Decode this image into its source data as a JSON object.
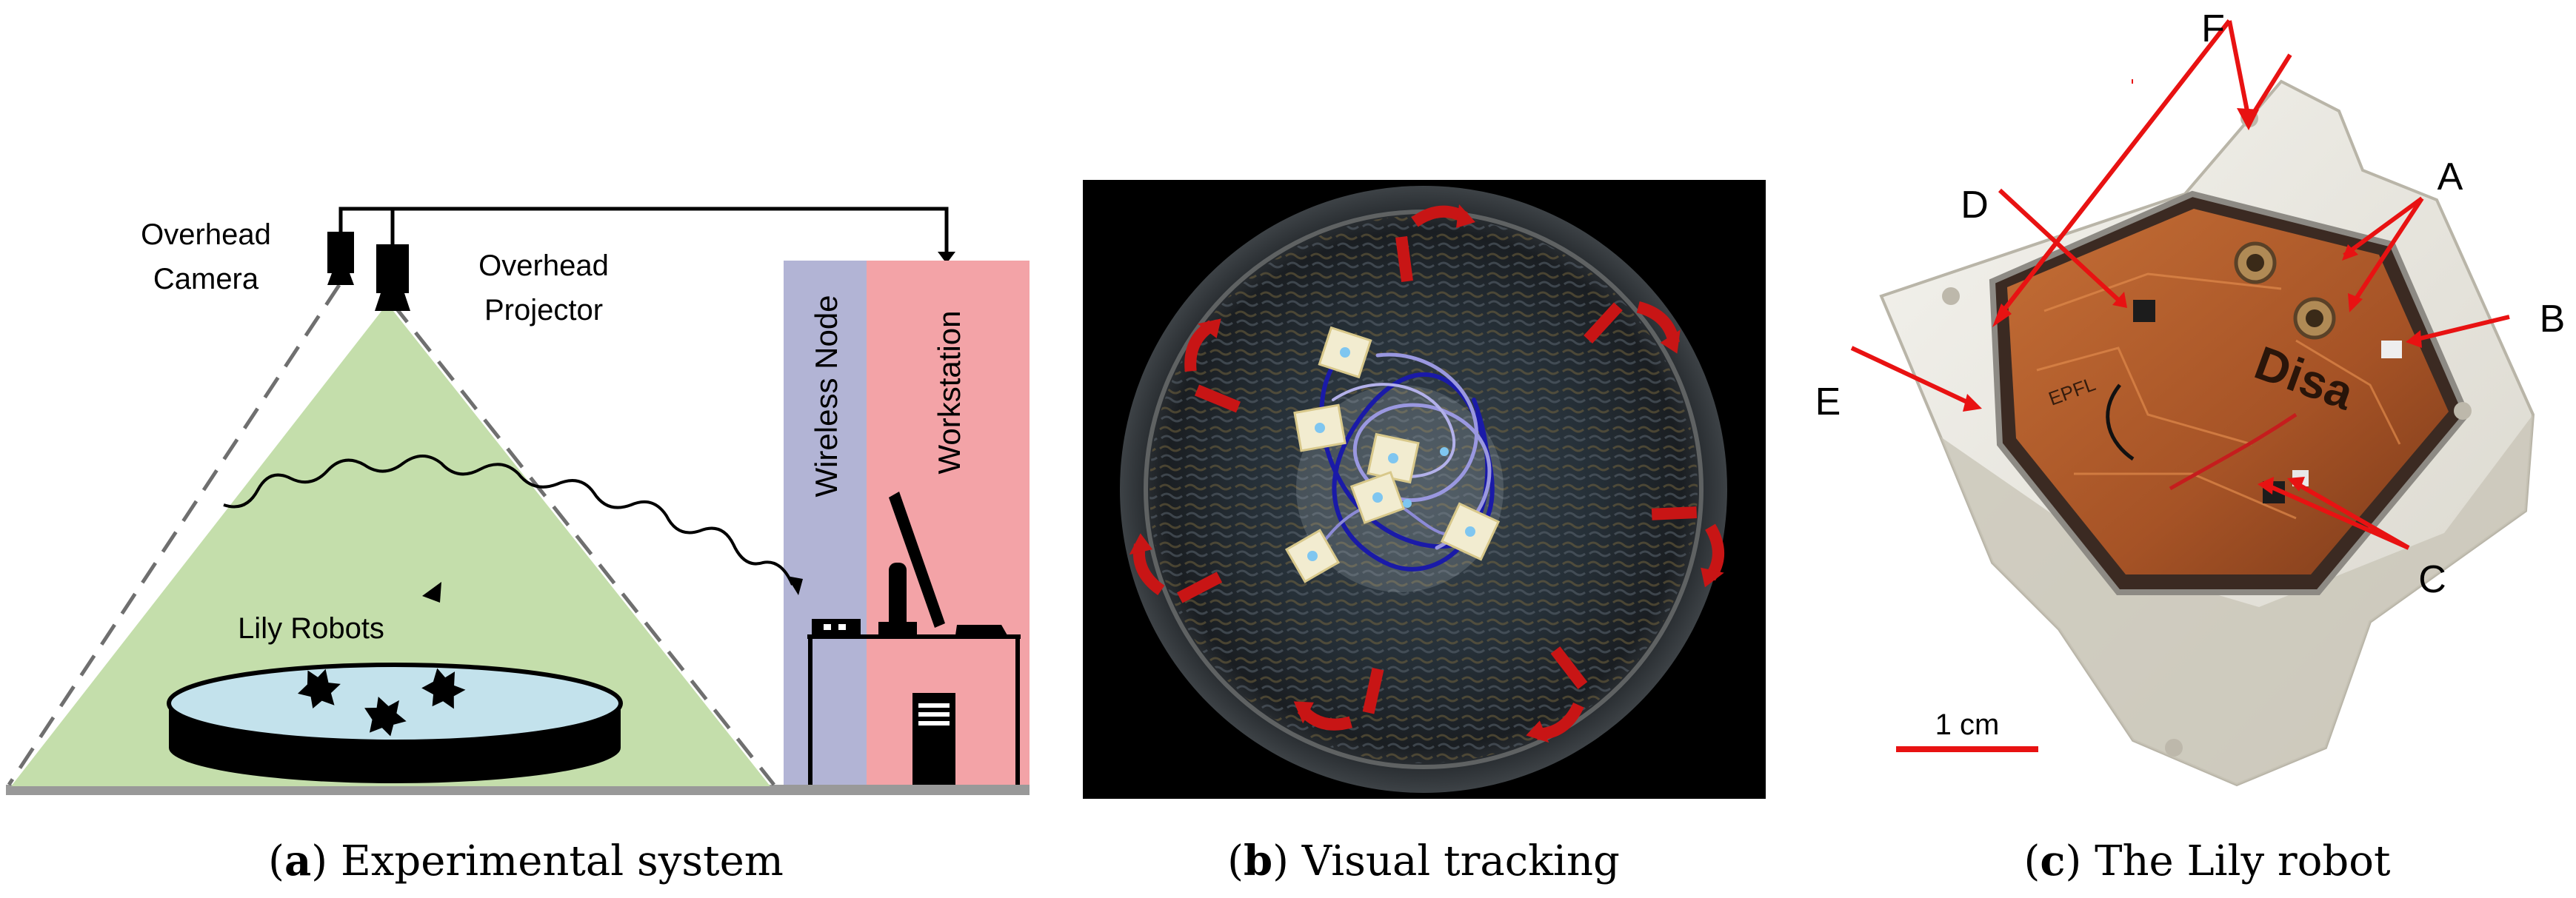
{
  "panel_a": {
    "overhead_camera_line1": "Overhead",
    "overhead_camera_line2": "Camera",
    "overhead_projector_line1": "Overhead",
    "overhead_projector_line2": "Projector",
    "wireless_node": "Wireless Node",
    "workstation": "Workstation",
    "lily_robots": "Lily Robots",
    "colors": {
      "projection_cone": "#c4deab",
      "arena_water": "#c3e2ec",
      "wireless_node_band": "#b2b4d5",
      "workstation_band": "#f3a3a7",
      "floor": "#999999"
    }
  },
  "panel_b": {
    "colors": {
      "arrow": "#c81515",
      "track_dark": "#1a1aa8",
      "track_light": "#9a98e0"
    }
  },
  "panel_c": {
    "labels": {
      "a": "A",
      "b": "B",
      "c": "C",
      "d": "D",
      "e": "E",
      "f": "F"
    },
    "scale_bar": "1 cm",
    "pcb_text": "Disa",
    "pcb_small_text": "EPFL",
    "colors": {
      "pointer": "#e81212",
      "pcb": "#b5602c",
      "shell": "#ecebe4"
    }
  },
  "captions": {
    "a_letter": "a",
    "a_text": " Experimental system",
    "b_letter": "b",
    "b_text": " Visual tracking",
    "c_letter": "c",
    "c_text": " The Lily robot"
  }
}
